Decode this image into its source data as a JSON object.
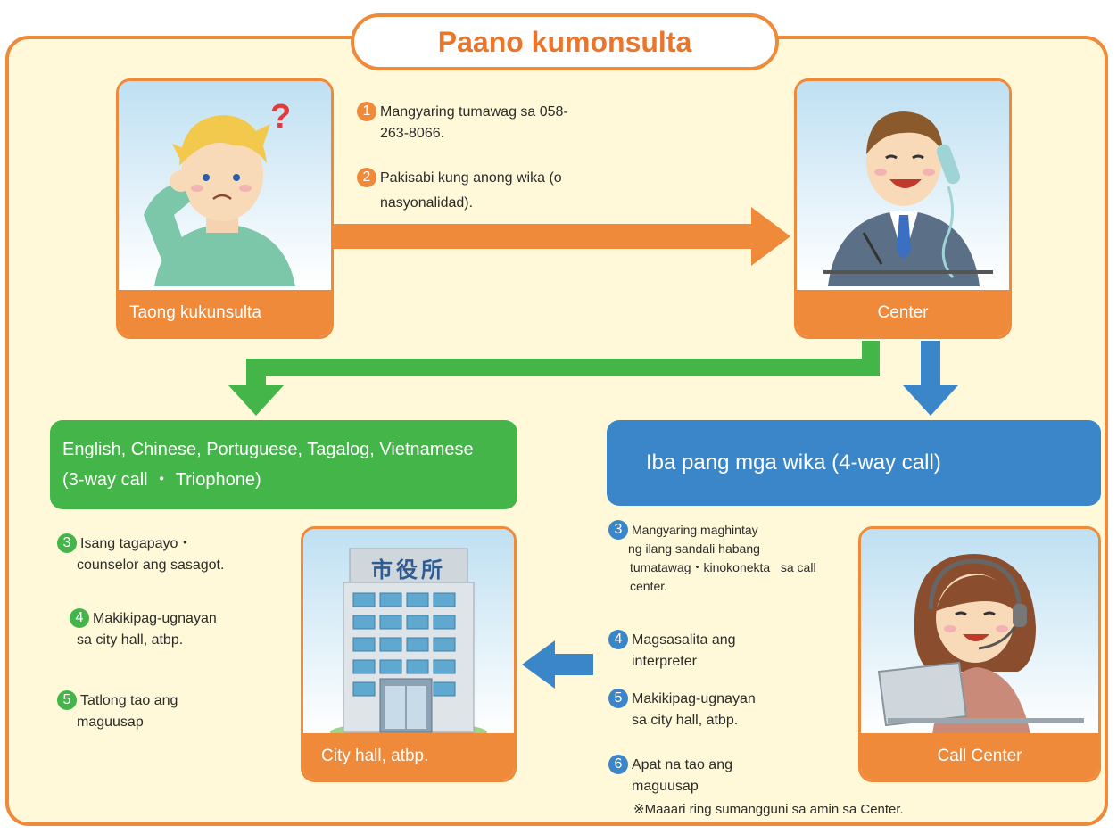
{
  "title": "Paano kumonsulta",
  "cards": {
    "consultant": "Taong kukunsulta",
    "center": "Center",
    "city_hall": "City hall, atbp.",
    "call_center": "Call Center"
  },
  "city_hall_sign": "市役所",
  "top_steps": [
    {
      "num": "1",
      "text_a": "Mangyaring tumawag sa 058-",
      "text_b": "263-8066."
    },
    {
      "num": "2",
      "text_a": "Pakisabi kung anong wika (o",
      "text_b": "nasyonalidad)."
    }
  ],
  "left_branch": {
    "line1": "English, Chinese, Portuguese, Tagalog, Vietnamese",
    "line2": "(3-way call ・ Triophone)",
    "steps": [
      {
        "num": "3",
        "text_a": "Isang tagapayo・",
        "text_b": "counselor ang sasagot."
      },
      {
        "num": "4",
        "text_a": "Makikipag-ugnayan",
        "text_b": "sa city hall, atbp."
      },
      {
        "num": "5",
        "text_a": "Tatlong tao ang",
        "text_b": "maguusap"
      }
    ]
  },
  "right_branch": {
    "line1": "Iba pang mga wika (4-way call)",
    "steps": [
      {
        "num": "3",
        "text_a": "Mangyaring maghintay",
        "text_b": "ng ilang sandali habang",
        "text_c": "tumatawag・kinokonekta   sa call",
        "text_d": "center."
      },
      {
        "num": "4",
        "text_a": "Magsasalita ang",
        "text_b": "interpreter"
      },
      {
        "num": "5",
        "text_a": "Makikipag-ugnayan",
        "text_b": "sa city hall, atbp."
      },
      {
        "num": "6",
        "text_a": "Apat na tao ang",
        "text_b": "maguusap"
      }
    ]
  },
  "footnote": "※Maaari ring sumangguni sa amin sa Center.",
  "colors": {
    "orange": "#ef8a3a",
    "green": "#44b549",
    "blue": "#3b86c9",
    "background": "#fff9d9"
  }
}
